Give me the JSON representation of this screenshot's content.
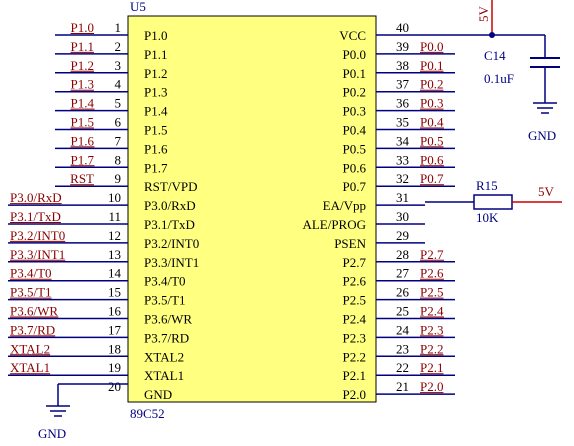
{
  "chip": {
    "designator": "U5",
    "part": "89C52",
    "fill": "#ffff80",
    "left_pins": [
      {
        "num": "1",
        "name": "P1.0",
        "net": "P1.0"
      },
      {
        "num": "2",
        "name": "P1.1",
        "net": "P1.1"
      },
      {
        "num": "3",
        "name": "P1.2",
        "net": "P1.2"
      },
      {
        "num": "4",
        "name": "P1.3",
        "net": "P1.3"
      },
      {
        "num": "5",
        "name": "P1.4",
        "net": "P1.4"
      },
      {
        "num": "6",
        "name": "P1.5",
        "net": "P1.5"
      },
      {
        "num": "7",
        "name": "P1.6",
        "net": "P1.6"
      },
      {
        "num": "8",
        "name": "P1.7",
        "net": "P1.7"
      },
      {
        "num": "9",
        "name": "RST/VPD",
        "net": "RST"
      },
      {
        "num": "10",
        "name": "P3.0/RxD",
        "net": "P3.0/RxD"
      },
      {
        "num": "11",
        "name": "P3.1/TxD",
        "net": "P3.1/TxD"
      },
      {
        "num": "12",
        "name": "P3.2/INT0",
        "net": "P3.2/INT0"
      },
      {
        "num": "13",
        "name": "P3.3/INT1",
        "net": "P3.3/INT1"
      },
      {
        "num": "14",
        "name": "P3.4/T0",
        "net": "P3.4/T0"
      },
      {
        "num": "15",
        "name": "P3.5/T1",
        "net": "P3.5/T1"
      },
      {
        "num": "16",
        "name": "P3.6/WR",
        "net": "P3.6/WR"
      },
      {
        "num": "17",
        "name": "P3.7/RD",
        "net": "P3.7/RD"
      },
      {
        "num": "18",
        "name": "XTAL2",
        "net": "XTAL2"
      },
      {
        "num": "19",
        "name": "XTAL1",
        "net": "XTAL1"
      },
      {
        "num": "20",
        "name": "GND",
        "net": ""
      }
    ],
    "right_pins": [
      {
        "num": "40",
        "name": "VCC",
        "net": ""
      },
      {
        "num": "39",
        "name": "P0.0",
        "net": "P0.0"
      },
      {
        "num": "38",
        "name": "P0.1",
        "net": "P0.1"
      },
      {
        "num": "37",
        "name": "P0.2",
        "net": "P0.2"
      },
      {
        "num": "36",
        "name": "P0.3",
        "net": "P0.3"
      },
      {
        "num": "35",
        "name": "P0.4",
        "net": "P0.4"
      },
      {
        "num": "34",
        "name": "P0.5",
        "net": "P0.5"
      },
      {
        "num": "33",
        "name": "P0.6",
        "net": "P0.6"
      },
      {
        "num": "32",
        "name": "P0.7",
        "net": "P0.7"
      },
      {
        "num": "31",
        "name": "EA/Vpp",
        "net": ""
      },
      {
        "num": "30",
        "name": "ALE/PROG",
        "net": ""
      },
      {
        "num": "29",
        "name": "PSEN",
        "net": ""
      },
      {
        "num": "28",
        "name": "P2.7",
        "net": "P2.7"
      },
      {
        "num": "27",
        "name": "P2.6",
        "net": "P2.6"
      },
      {
        "num": "26",
        "name": "P2.5",
        "net": "P2.5"
      },
      {
        "num": "25",
        "name": "P2.4",
        "net": "P2.4"
      },
      {
        "num": "24",
        "name": "P2.3",
        "net": "P2.3"
      },
      {
        "num": "23",
        "name": "P2.2",
        "net": "P2.2"
      },
      {
        "num": "22",
        "name": "P2.1",
        "net": "P2.1"
      },
      {
        "num": "21",
        "name": "P2.0",
        "net": "P2.0"
      }
    ]
  },
  "capacitor": {
    "designator": "C14",
    "value": "0.1uF"
  },
  "resistor": {
    "designator": "R15",
    "value": "10K"
  },
  "power": {
    "label": "5V"
  },
  "ground": {
    "label": "GND"
  },
  "colors": {
    "wire": "#000080",
    "net": "#8B0000",
    "power": "#cc0000",
    "chip_fill": "#ffff80"
  }
}
